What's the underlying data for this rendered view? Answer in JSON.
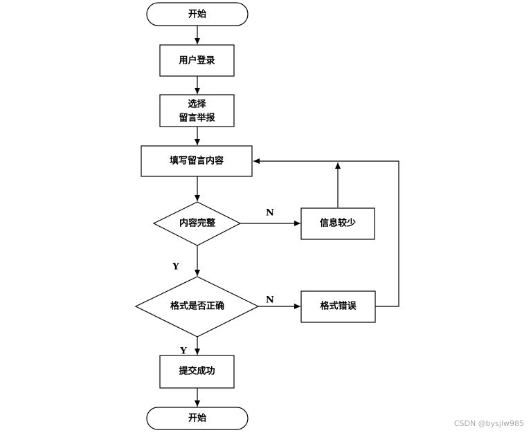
{
  "flowchart": {
    "start": "开始",
    "login": "用户登录",
    "select_line1": "选择",
    "select_line2": "留言举报",
    "fill": "填写留言内容",
    "decision_complete": "内容完整",
    "info_less": "信息较少",
    "decision_format": "格式是否正确",
    "format_error": "格式错误",
    "submit": "提交成功",
    "end": "开始",
    "yes_label": "Y",
    "no_label": "N"
  },
  "watermark": "CSDN @bysjlw985"
}
